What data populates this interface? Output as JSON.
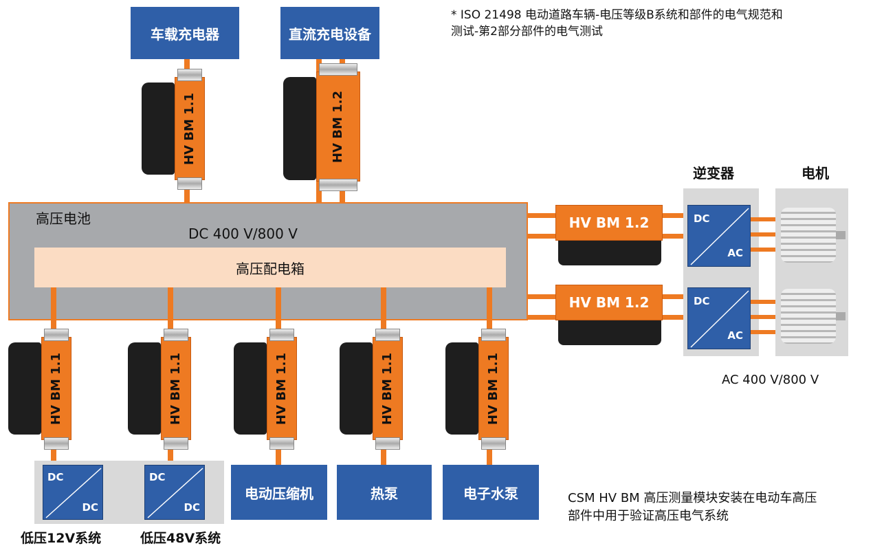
{
  "top_boxes": {
    "onboard_charger": "车载充电器",
    "dc_charging": "直流充电设备"
  },
  "note": {
    "line1": "* ISO 21498 电动道路车辆-电压等级B系统和部件的电气规范和",
    "line2": "测试-第2部分部件的电气测试"
  },
  "battery": {
    "label": "高压电池",
    "voltage": "DC 400 V/800 V",
    "junction_box": "高压配电箱"
  },
  "modules": {
    "v11": "HV BM 1.1",
    "v12": "HV BM 1.2",
    "h12": "HV BM 1.2"
  },
  "right_headers": {
    "inverter": "逆变器",
    "motor": "电机"
  },
  "converter_labels": {
    "dc": "DC",
    "ac": "AC"
  },
  "ac_voltage": "AC 400 V/800 V",
  "bottom_boxes": {
    "compressor": "电动压缩机",
    "heat_pump": "热泵",
    "water_pump": "电子水泵"
  },
  "low_voltage": {
    "v12": "低压12V系统",
    "v48": "低压48V系统"
  },
  "caption": {
    "line1": "CSM HV BM 高压测量模块安装在电动车高压",
    "line2": "部件中用于验证高压电气系统"
  },
  "colors": {
    "orange": "#ee7a22",
    "blue": "#2f5fa8",
    "battery_gray": "#a7a9ac",
    "junction_peach": "#fbdcc3"
  }
}
